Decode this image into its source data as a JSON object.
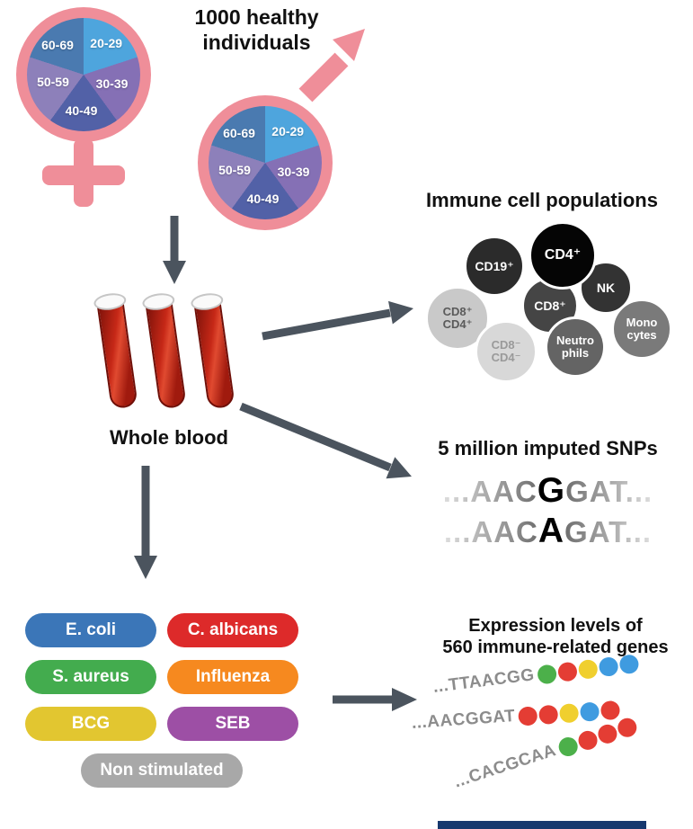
{
  "figure": {
    "title": "1000 healthy\nindividuals"
  },
  "age_pie": {
    "segments": [
      {
        "label": "20-29",
        "color": "#4ea5dd"
      },
      {
        "label": "30-39",
        "color": "#8570b5"
      },
      {
        "label": "40-49",
        "color": "#5261a7"
      },
      {
        "label": "50-59",
        "color": "#8d80ba"
      },
      {
        "label": "60-69",
        "color": "#4a7ab0"
      }
    ],
    "gender_symbol_color": "#ef8e99"
  },
  "blood": {
    "label": "Whole blood"
  },
  "immune_cells": {
    "title": "Immune cell populations",
    "cells": [
      {
        "label": "CD4⁺",
        "color": "#050505",
        "text_color": "#ffffff"
      },
      {
        "label": "CD19⁺",
        "color": "#2b2b2b",
        "text_color": "#ffffff"
      },
      {
        "label": "NK",
        "color": "#333333",
        "text_color": "#ffffff"
      },
      {
        "label": "CD8⁺",
        "color": "#454545",
        "text_color": "#ffffff"
      },
      {
        "label": "CD8⁺\nCD4⁺",
        "color": "#c9c9c9",
        "text_color": "#5a5a5a"
      },
      {
        "label": "CD8⁻\nCD4⁻",
        "color": "#d8d8d8",
        "text_color": "#9a9a9a"
      },
      {
        "label": "Neutro\nphils",
        "color": "#646464",
        "text_color": "#ffffff"
      },
      {
        "label": "Mono\ncytes",
        "color": "#7a7a7a",
        "text_color": "#ffffff"
      }
    ]
  },
  "snps": {
    "title": "5 million imputed SNPs",
    "sequences": [
      {
        "pre": "...AAC",
        "highlight": "G",
        "post": "GAT..."
      },
      {
        "pre": "...AAC",
        "highlight": "A",
        "post": "GAT..."
      }
    ]
  },
  "stimuli": {
    "pills": [
      {
        "label": "E. coli",
        "color": "#3b76b8"
      },
      {
        "label": "C. albicans",
        "color": "#dd2a2a"
      },
      {
        "label": "S. aureus",
        "color": "#43ac4e"
      },
      {
        "label": "Influenza",
        "color": "#f6891f"
      },
      {
        "label": "BCG",
        "color": "#e2c630"
      },
      {
        "label": "SEB",
        "color": "#9d4fa5"
      },
      {
        "label": "Non stimulated",
        "color": "#a8a8a8"
      }
    ]
  },
  "expression": {
    "title": "Expression levels of\n560 immune-related genes",
    "bead_colors": {
      "green": "#4cb04a",
      "red": "#e43d34",
      "yellow": "#f0cf2e",
      "blue": "#3f9be0"
    },
    "strands": [
      {
        "sequence": "...TTAACGG",
        "beads": [
          "green",
          "red",
          "yellow",
          "blue",
          "blue"
        ]
      },
      {
        "sequence": "...AACGGAT",
        "beads": [
          "red",
          "red",
          "yellow",
          "blue",
          "red"
        ]
      },
      {
        "sequence": "...CACGCAA",
        "beads": [
          "green",
          "red",
          "red",
          "red"
        ]
      }
    ]
  },
  "arrow_color": "#4b545e"
}
